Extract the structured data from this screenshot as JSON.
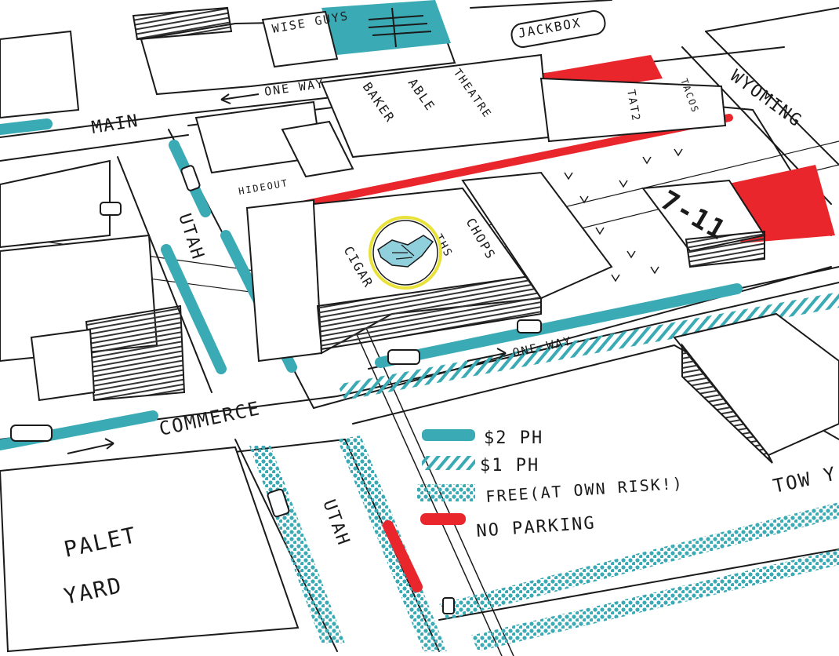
{
  "colors": {
    "teal": "#3aaab5",
    "red": "#e8262b",
    "ink": "#1a1a1a",
    "paper": "#ffffff",
    "highlight": "#e8e23a",
    "handshake": "#8fd0dc"
  },
  "streets": {
    "main": "MAIN",
    "wyoming": "WYOMING",
    "utah_north": "UTAH",
    "utah_south": "UTAH",
    "commerce": "COMMERCE",
    "one_way_top": "ONE WAY",
    "one_way_bottom": "ONE WAY"
  },
  "buildings": {
    "wise_guys": "WISE GUYS",
    "jackbox": "JACKBOX",
    "baker": "BAKER",
    "able": "ABLE",
    "theatre": "THEATRE",
    "tat2": "TAT2",
    "tacos": "TACOS",
    "hideout": "HIDEOUT",
    "seven_eleven": "7-11",
    "cigar": "CIGAR",
    "ths": "THS",
    "chops": "CHOPS",
    "palet": "PALET",
    "yard": "YARD",
    "tow": "TOW Y"
  },
  "legend": {
    "items": [
      {
        "label": "$2 PH",
        "swatch": "solid-teal"
      },
      {
        "label": "$1 PH",
        "swatch": "hatched-teal"
      },
      {
        "label": "FREE(AT OWN RISK!)",
        "swatch": "dotted-teal"
      },
      {
        "label": "NO PARKING",
        "swatch": "solid-red"
      }
    ]
  },
  "marker": {
    "icon": "handshake-icon"
  }
}
